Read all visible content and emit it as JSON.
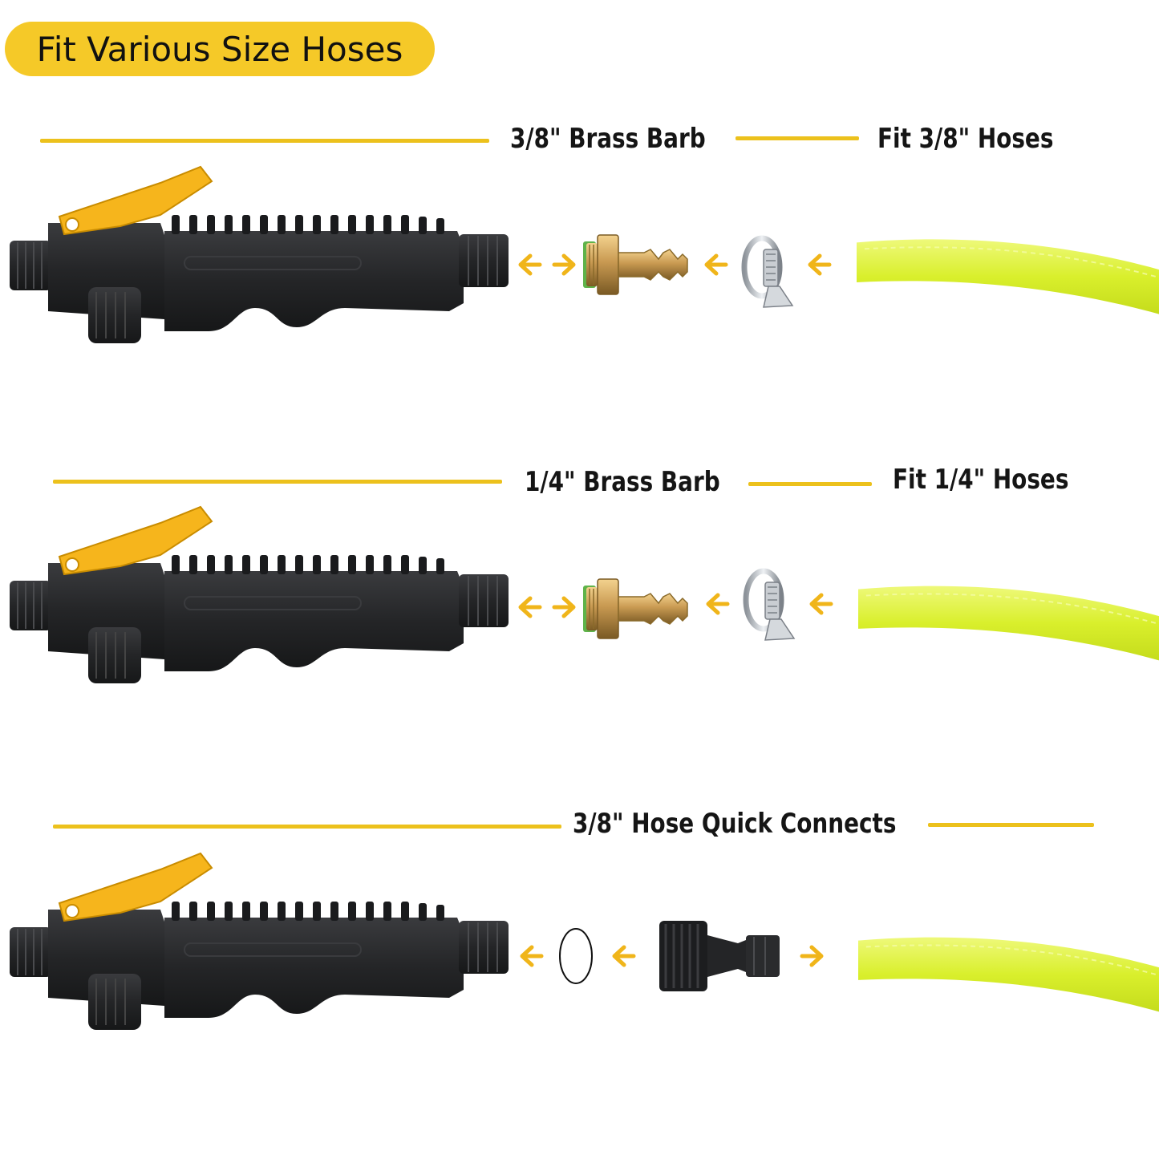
{
  "title": "Fit Various Size Hoses",
  "colors": {
    "accent": "#f5c928",
    "rule": "#ecc11c",
    "hose": "#dcf03a",
    "handle": "#222325",
    "trigger": "#f6b51c",
    "brass": "#c99a52"
  },
  "rows": [
    {
      "barb_label": "3/8\" Brass Barb",
      "fit_label": "Fit  3/8\" Hoses",
      "parts": [
        "sprayer-handle-icon",
        "double-arrow-icon",
        "brass-barb-icon",
        "left-arrow-icon",
        "hose-clamp-icon",
        "left-arrow-icon",
        "green-hose-icon"
      ]
    },
    {
      "barb_label": "1/4\" Brass Barb",
      "fit_label": "Fit  1/4\" Hoses",
      "parts": [
        "sprayer-handle-icon",
        "double-arrow-icon",
        "brass-barb-icon",
        "left-arrow-icon",
        "hose-clamp-icon",
        "left-arrow-icon",
        "green-hose-icon"
      ]
    },
    {
      "connect_label": "3/8\" Hose Quick Connects",
      "parts": [
        "sprayer-handle-icon",
        "left-arrow-icon",
        "o-ring-icon",
        "left-arrow-icon",
        "quick-connector-icon",
        "right-arrow-icon",
        "green-hose-icon"
      ]
    }
  ]
}
